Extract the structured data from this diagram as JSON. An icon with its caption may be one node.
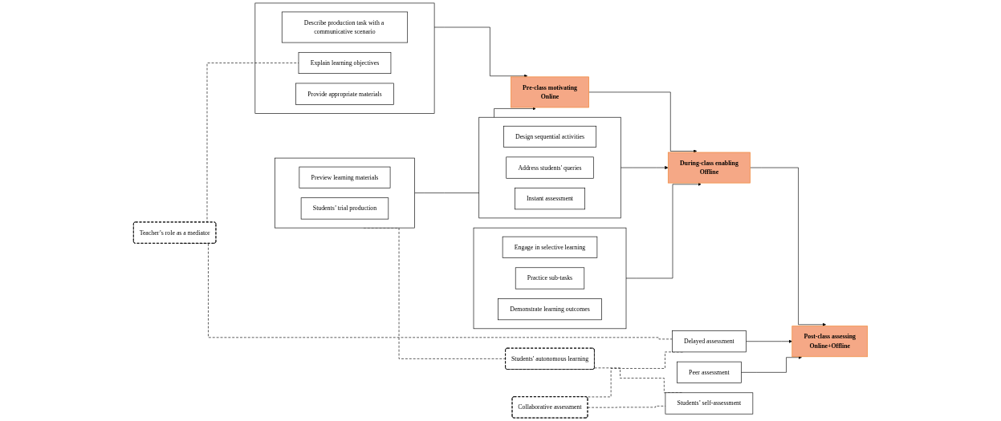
{
  "diagram": {
    "nodes": [
      {
        "text": [],
        "shape": "box"
      },
      {
        "text": [
          "Describe production task with a communicative scenario"
        ],
        "in": 0
      },
      {
        "text": [
          "Explain learning objectives"
        ],
        "in": 0
      },
      {
        "text": [
          "Provide appropriate materials"
        ],
        "in": 0
      },
      {
        "text": [
          "Pre-class motivating",
          "Online"
        ]
      },
      {
        "text": [],
        "shape": "box"
      },
      {
        "text": [
          "Preview learning materials"
        ],
        "in": 5
      },
      {
        "text": [
          "Students’ trial production"
        ],
        "in": 5
      },
      {
        "text": [
          "Teacher’s role as a mediator"
        ]
      },
      {
        "text": [],
        "shape": "box"
      },
      {
        "text": [
          "Design sequential activities"
        ],
        "in": 9
      },
      {
        "text": [
          "Address students' queries"
        ],
        "in": 9
      },
      {
        "text": [
          "Instant assessment"
        ],
        "in": 9
      },
      {
        "text": [
          "During-class enabling",
          "Offline"
        ]
      },
      {
        "text": [],
        "shape": "box"
      },
      {
        "text": [
          "Engage in selective learning"
        ],
        "in": 14
      },
      {
        "text": [
          "Practice sub-tasks"
        ],
        "in": 14
      },
      {
        "text": [
          "Demonstrate learning outcomes"
        ],
        "in": 14
      },
      {
        "text": [
          "Students' autonomous learning"
        ]
      },
      {
        "text": [
          "Delayed assessment"
        ]
      },
      {
        "text": [
          "Post-class assessing",
          "Online+Offline"
        ]
      },
      {
        "text": [
          "Peer assessment"
        ]
      },
      {
        "text": [
          "Students’ self-assessment"
        ]
      },
      {
        "text": [
          "Collaborative assessment"
        ]
      }
    ],
    "edges": [
      {
        "from": 0,
        "to": 4,
        "arrow": "to"
      },
      {
        "from": 5,
        "to": 4,
        "arrow": "to"
      },
      {
        "from": 4,
        "to": 13,
        "arrow": "to"
      },
      {
        "from": 9,
        "to": 13,
        "arrow": "to"
      },
      {
        "from": 14,
        "to": 13,
        "arrow": "to"
      },
      {
        "from": 13,
        "to": 20,
        "arrow": "to"
      },
      {
        "from": 19,
        "to": 20,
        "arrow": "to"
      },
      {
        "from": 21,
        "to": 20,
        "arrow": "to"
      },
      {
        "from": 8,
        "to": 2,
        "arrow": "none",
        "style": "dashed"
      },
      {
        "from": 8,
        "to": 19,
        "arrow": "none",
        "style": "dashed"
      },
      {
        "from": 18,
        "to": 5,
        "arrow": "none",
        "style": "dashed"
      },
      {
        "from": 18,
        "to": 22,
        "arrow": "none",
        "style": "dashed"
      },
      {
        "from": 23,
        "to": 19,
        "arrow": "none",
        "style": "dashed"
      },
      {
        "from": 23,
        "to": 22,
        "arrow": "none",
        "style": "dashed"
      }
    ]
  }
}
